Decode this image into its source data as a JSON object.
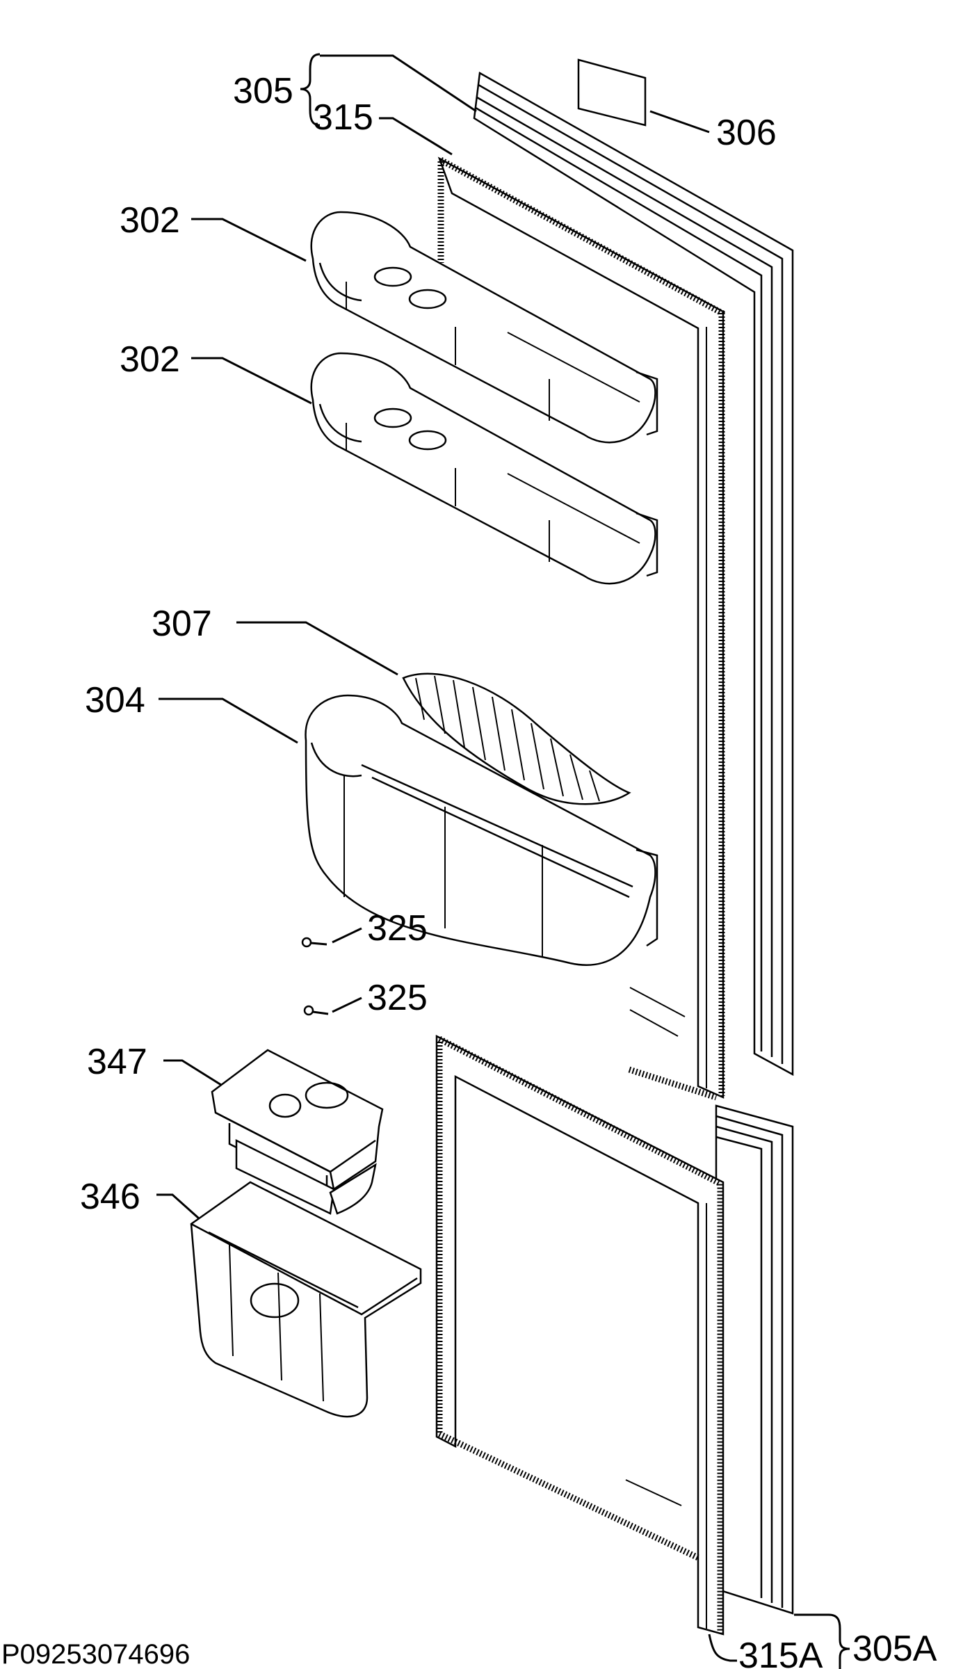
{
  "diagram": {
    "drawing_code": "P09253074696",
    "colors": {
      "ink": "#000000",
      "paper": "#ffffff"
    },
    "callouts": {
      "p305": "305",
      "p315": "315",
      "p306": "306",
      "p302a": "302",
      "p302b": "302",
      "p307": "307",
      "p304": "304",
      "p325a": "325",
      "p325b": "325",
      "p347": "347",
      "p346": "346",
      "p305A": "305A",
      "p315A": "315A"
    },
    "parts": [
      "upper-door-panel",
      "upper-door-gasket",
      "label-plate",
      "door-shelf",
      "door-shelf",
      "shelf-insert",
      "bottle-shelf",
      "screw",
      "screw",
      "butter-lid",
      "butter-box",
      "lower-door-panel",
      "lower-door-gasket"
    ]
  }
}
